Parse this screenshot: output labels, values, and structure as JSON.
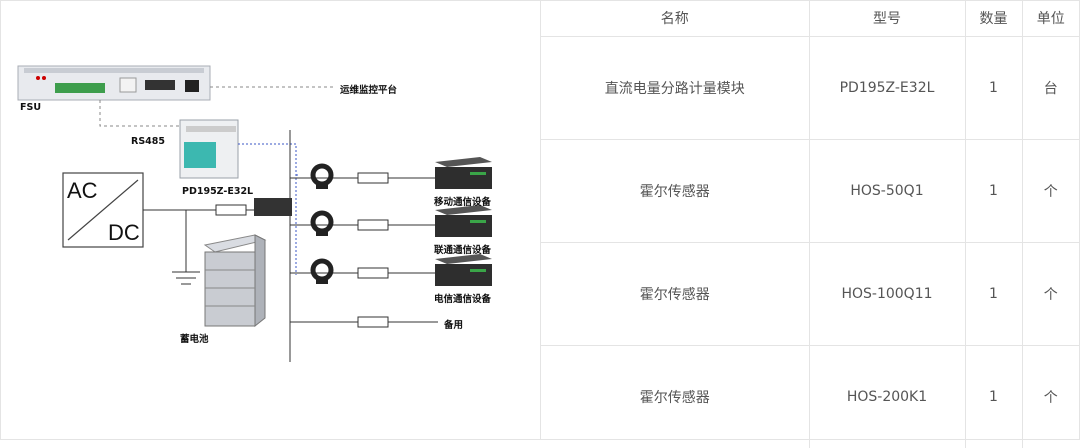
{
  "diagram": {
    "labels": {
      "fsu": "FSU",
      "platform": "运维监控平台",
      "rs485": "RS485",
      "meter_model": "PD195Z-E32L",
      "ac": "AC",
      "dc": "DC",
      "battery": "蓄电池",
      "load_mobile": "移动通信设备",
      "load_unicom": "联通通信设备",
      "load_telecom": "电信通信设备",
      "spare": "备用"
    }
  },
  "table": {
    "headers": {
      "name": "名称",
      "model": "型号",
      "qty": "数量",
      "unit": "单位"
    },
    "rows": [
      {
        "name": "直流电量分路计量模块",
        "model": "PD195Z-E32L",
        "qty": "1",
        "unit": "台"
      },
      {
        "name": "霍尔传感器",
        "model": "HOS-50Q1",
        "qty": "1",
        "unit": "个"
      },
      {
        "name": "霍尔传感器",
        "model": "HOS-100Q11",
        "qty": "1",
        "unit": "个"
      },
      {
        "name": "霍尔传感器",
        "model": "HOS-200K1",
        "qty": "1",
        "unit": "个"
      }
    ]
  }
}
